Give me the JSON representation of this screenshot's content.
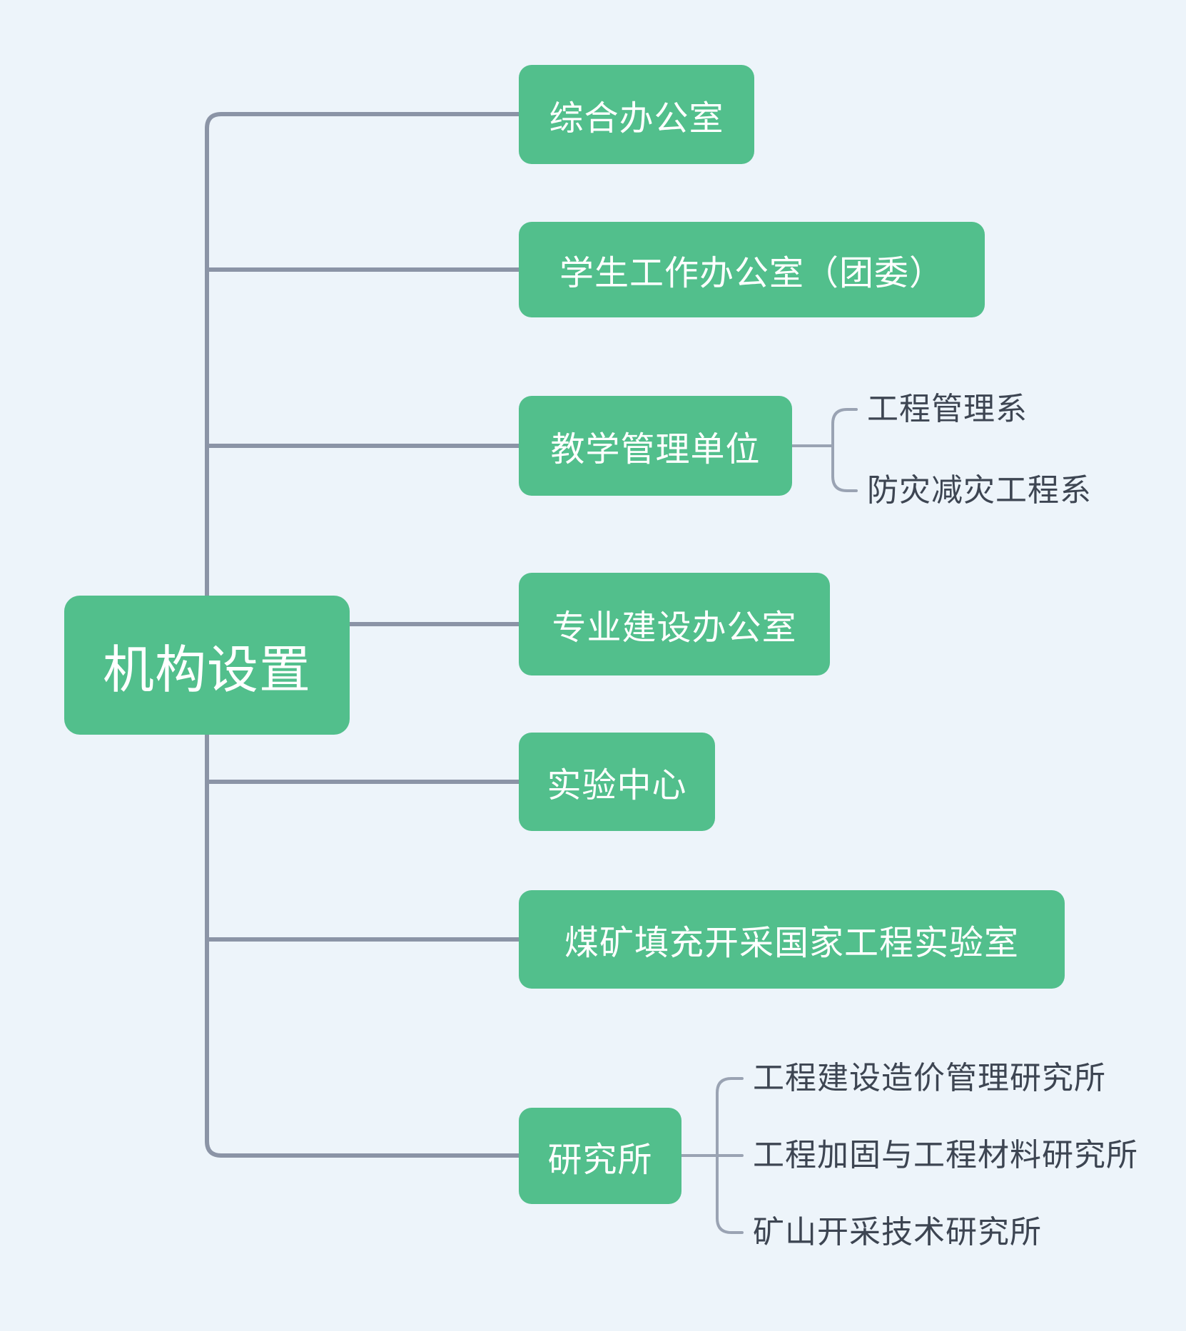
{
  "diagram": {
    "root": {
      "label": "机构设置"
    },
    "branches": [
      {
        "label": "综合办公室",
        "children": []
      },
      {
        "label": "学生工作办公室（团委）",
        "children": []
      },
      {
        "label": "教学管理单位",
        "children": [
          {
            "label": "工程管理系"
          },
          {
            "label": "防灾减灾工程系"
          }
        ]
      },
      {
        "label": "专业建设办公室",
        "children": []
      },
      {
        "label": "实验中心",
        "children": []
      },
      {
        "label": "煤矿填充开采国家工程实验室",
        "children": []
      },
      {
        "label": "研究所",
        "children": [
          {
            "label": "工程建设造价管理研究所"
          },
          {
            "label": "工程加固与工程材料研究所"
          },
          {
            "label": "矿山开采技术研究所"
          }
        ]
      }
    ],
    "colors": {
      "node_fill": "#52bf8c",
      "node_text": "#ffffff",
      "connector_main": "#8b94a6",
      "connector_sub": "#9aa3b3",
      "child_text": "#3d4552",
      "background": "#edf4fa"
    }
  }
}
